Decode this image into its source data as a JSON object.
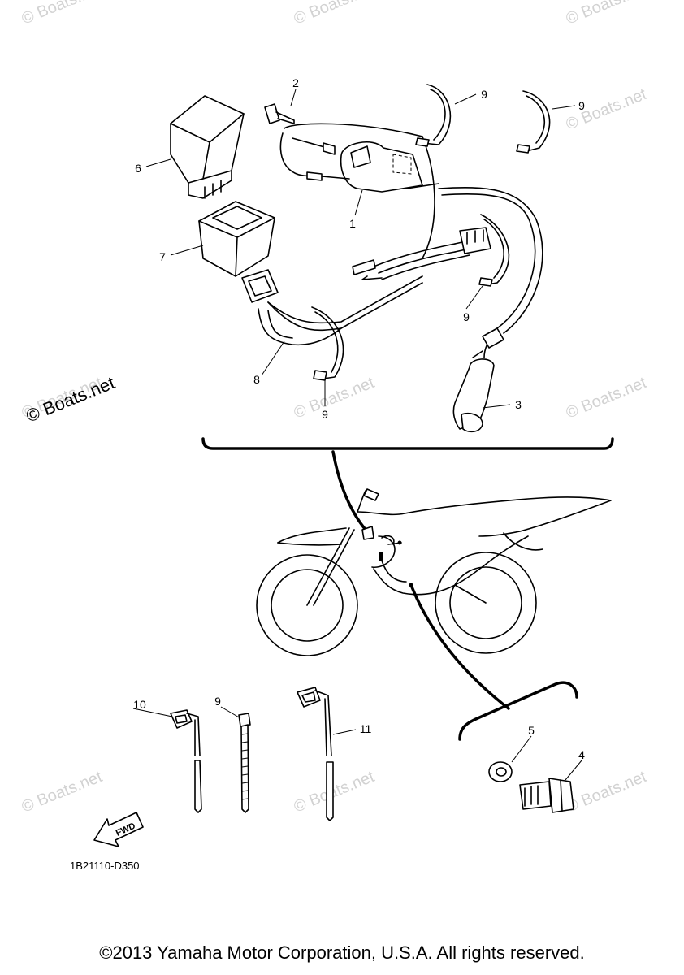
{
  "watermarks": {
    "w1": "© Boats.net",
    "w2": "© Boats.net",
    "w3": "© Boats.net",
    "w4": "© Boats.net",
    "w5": "© Boats.net",
    "w6": "© Boats.net",
    "w7": "© Boats.net",
    "w8": "© Boats.net",
    "w9": "© Boats.net",
    "w10": "© Boats.net",
    "w11": "© Boats.net"
  },
  "callouts": {
    "c1": "1",
    "c2": "2",
    "c3": "3",
    "c4": "4",
    "c5": "5",
    "c6": "6",
    "c7": "7",
    "c8": "8",
    "c9a": "9",
    "c9b": "9",
    "c9c": "9",
    "c9d": "9",
    "c9e": "9",
    "c10": "10",
    "c11": "11"
  },
  "fwd_label": "FWD",
  "diagram_code": "1B21110-D350",
  "copyright": "©2013 Yamaha Motor Corporation, U.S.A. All rights reserved."
}
